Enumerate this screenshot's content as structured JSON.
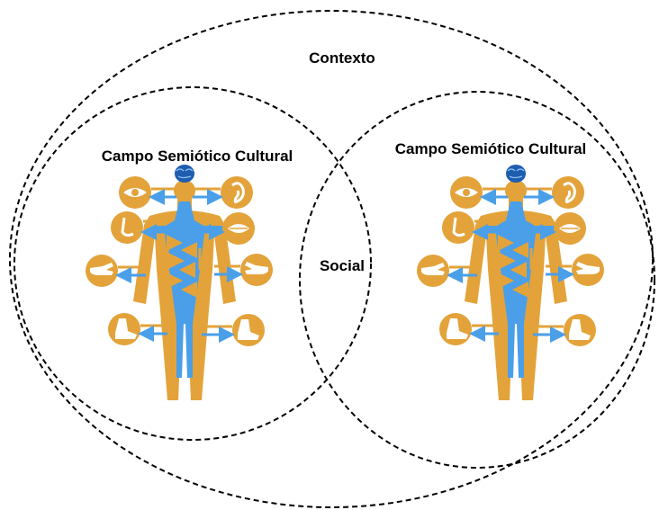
{
  "labels": {
    "context": "Contexto",
    "field_left": "Campo Semiótico Cultural",
    "field_right": "Campo Semiótico Cultural",
    "social": "Social"
  },
  "colors": {
    "background": "#ffffff",
    "outline": "#000000",
    "body": "#E3A33A",
    "flow": "#4A9FE8",
    "brain": "#1F5DAF",
    "icon_glyph": "#ffffff"
  },
  "figures": [
    {
      "id": "left",
      "senses": [
        "eye-icon",
        "ear-icon",
        "nose-icon",
        "mouth-icon",
        "hand-left-icon",
        "hand-right-icon",
        "foot-left-icon",
        "foot-right-icon"
      ]
    },
    {
      "id": "right",
      "senses": [
        "eye-icon",
        "ear-icon",
        "nose-icon",
        "mouth-icon",
        "hand-left-icon",
        "hand-right-icon",
        "foot-left-icon",
        "foot-right-icon"
      ]
    }
  ]
}
